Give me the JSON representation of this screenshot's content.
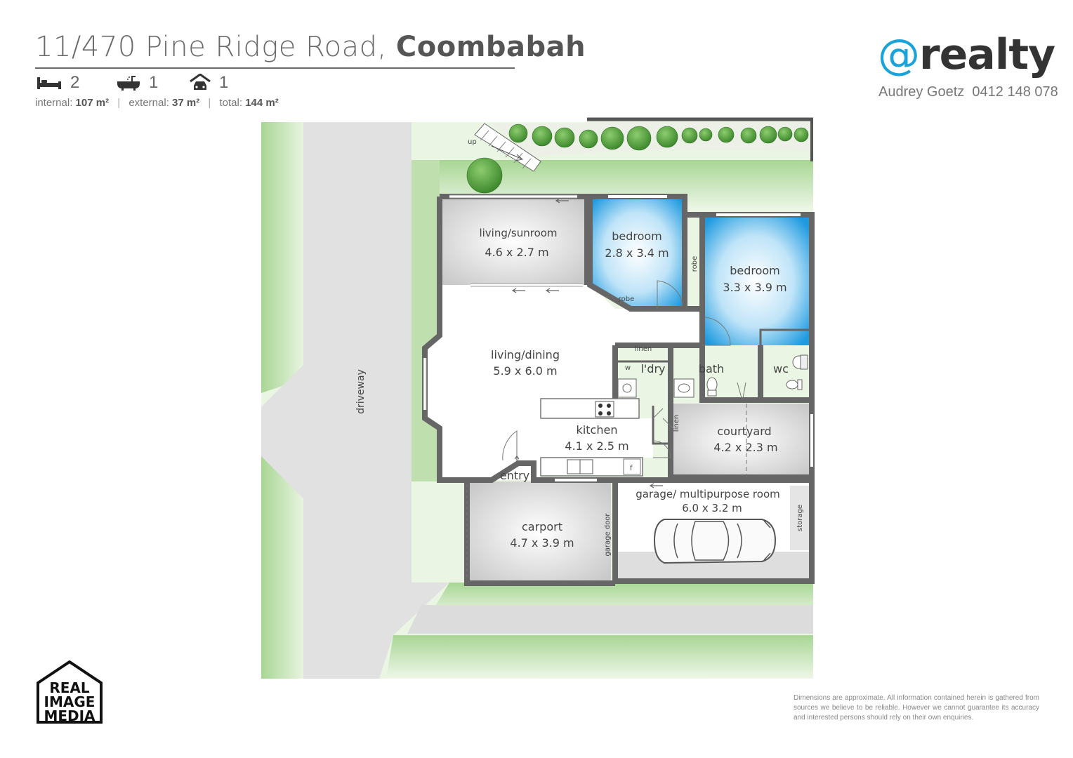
{
  "header": {
    "address": "11/470 Pine Ridge Road",
    "separator": ",",
    "suburb": "Coombabah",
    "bedrooms": "2",
    "bathrooms": "1",
    "car_spaces": "1",
    "internal_label": "internal:",
    "internal_value": "107 m²",
    "external_label": "external:",
    "external_value": "37 m²",
    "total_label": "total:",
    "total_value": "144 m²",
    "divider": "|"
  },
  "agency": {
    "logo_at": "@",
    "logo_text": "realty",
    "agent_name": "Audrey Goetz",
    "agent_phone": "0412 148 078"
  },
  "rooms": {
    "living_sunroom": {
      "name": "living/sunroom",
      "size": "4.6 x 2.7 m"
    },
    "bedroom1": {
      "name": "bedroom",
      "size": "2.8 x 3.4 m"
    },
    "bedroom2": {
      "name": "bedroom",
      "size": "3.3 x 3.9 m"
    },
    "living_dining": {
      "name": "living/dining",
      "size": "5.9 x 6.0 m"
    },
    "kitchen": {
      "name": "kitchen",
      "size": "4.1 x 2.5 m"
    },
    "courtyard": {
      "name": "courtyard",
      "size": "4.2 x 2.3 m"
    },
    "garage": {
      "name": "garage/ multipurpose room",
      "size": "6.0 x 3.2 m"
    },
    "carport": {
      "name": "carport",
      "size": "4.7 x 3.9 m"
    }
  },
  "labels": {
    "robe1": "robe",
    "robe2": "robe",
    "linen1": "linen",
    "linen2": "linen",
    "laundry": "l'dry",
    "washer": "w",
    "bath": "bath",
    "wc": "wc",
    "entry": "entry",
    "garage_door": "garage door",
    "storage": "storage",
    "driveway": "driveway",
    "up": "up",
    "fridge": "f"
  },
  "footer": {
    "disclaimer": "Dimensions are approximate. All information contained herein is gathered from sources we believe to be reliable. However we cannot guarantee its accuracy and interested persons should rely on their own enquiries.",
    "brand_line1": "REAL",
    "brand_line2": "IMAGE",
    "brand_line3": "MEDIA"
  },
  "colors": {
    "lawn": "#9fd08b",
    "bedroom_blue": "#1e9be0",
    "wall": "#666666",
    "paving": "#d8d8d8",
    "agency_blue": "#1aa3d9"
  }
}
